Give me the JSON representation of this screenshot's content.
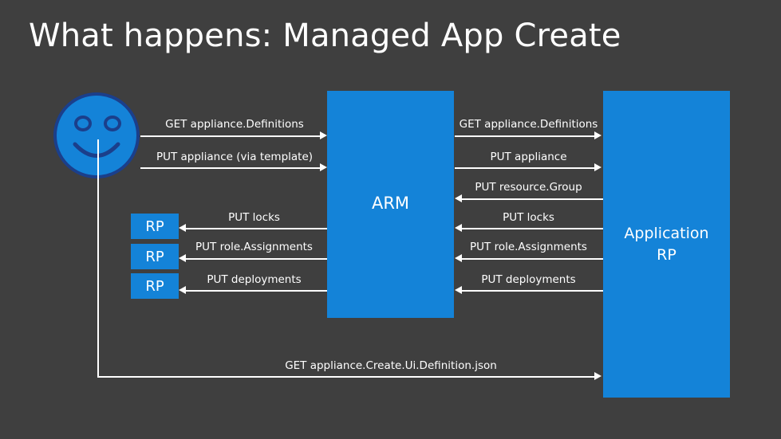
{
  "slide": {
    "title": "What happens: Managed App Create",
    "background_color": "#3f3f3f",
    "accent_color": "#1483d8",
    "line_color": "#ffffff"
  },
  "nodes": {
    "arm": {
      "label": "ARM"
    },
    "application_rp": {
      "label_line1": "Application",
      "label_line2": "RP"
    },
    "rp_boxes": [
      {
        "label": "RP"
      },
      {
        "label": "RP"
      },
      {
        "label": "RP"
      }
    ],
    "client": {
      "icon": "smiley-face-icon"
    }
  },
  "flows_left": [
    {
      "label": "GET appliance.Definitions",
      "direction": "right"
    },
    {
      "label": "PUT appliance (via template)",
      "direction": "right"
    },
    {
      "label": "PUT locks",
      "direction": "left"
    },
    {
      "label": "PUT role.Assignments",
      "direction": "left"
    },
    {
      "label": "PUT deployments",
      "direction": "left"
    }
  ],
  "flows_right": [
    {
      "label": "GET appliance.Definitions",
      "direction": "right"
    },
    {
      "label": "PUT appliance",
      "direction": "right"
    },
    {
      "label": "PUT resource.Group",
      "direction": "left"
    },
    {
      "label": "PUT locks",
      "direction": "left"
    },
    {
      "label": "PUT role.Assignments",
      "direction": "left"
    },
    {
      "label": "PUT deployments",
      "direction": "left"
    }
  ],
  "flow_bottom": {
    "label": "GET appliance.Create.Ui.Definition.json",
    "direction": "right"
  }
}
